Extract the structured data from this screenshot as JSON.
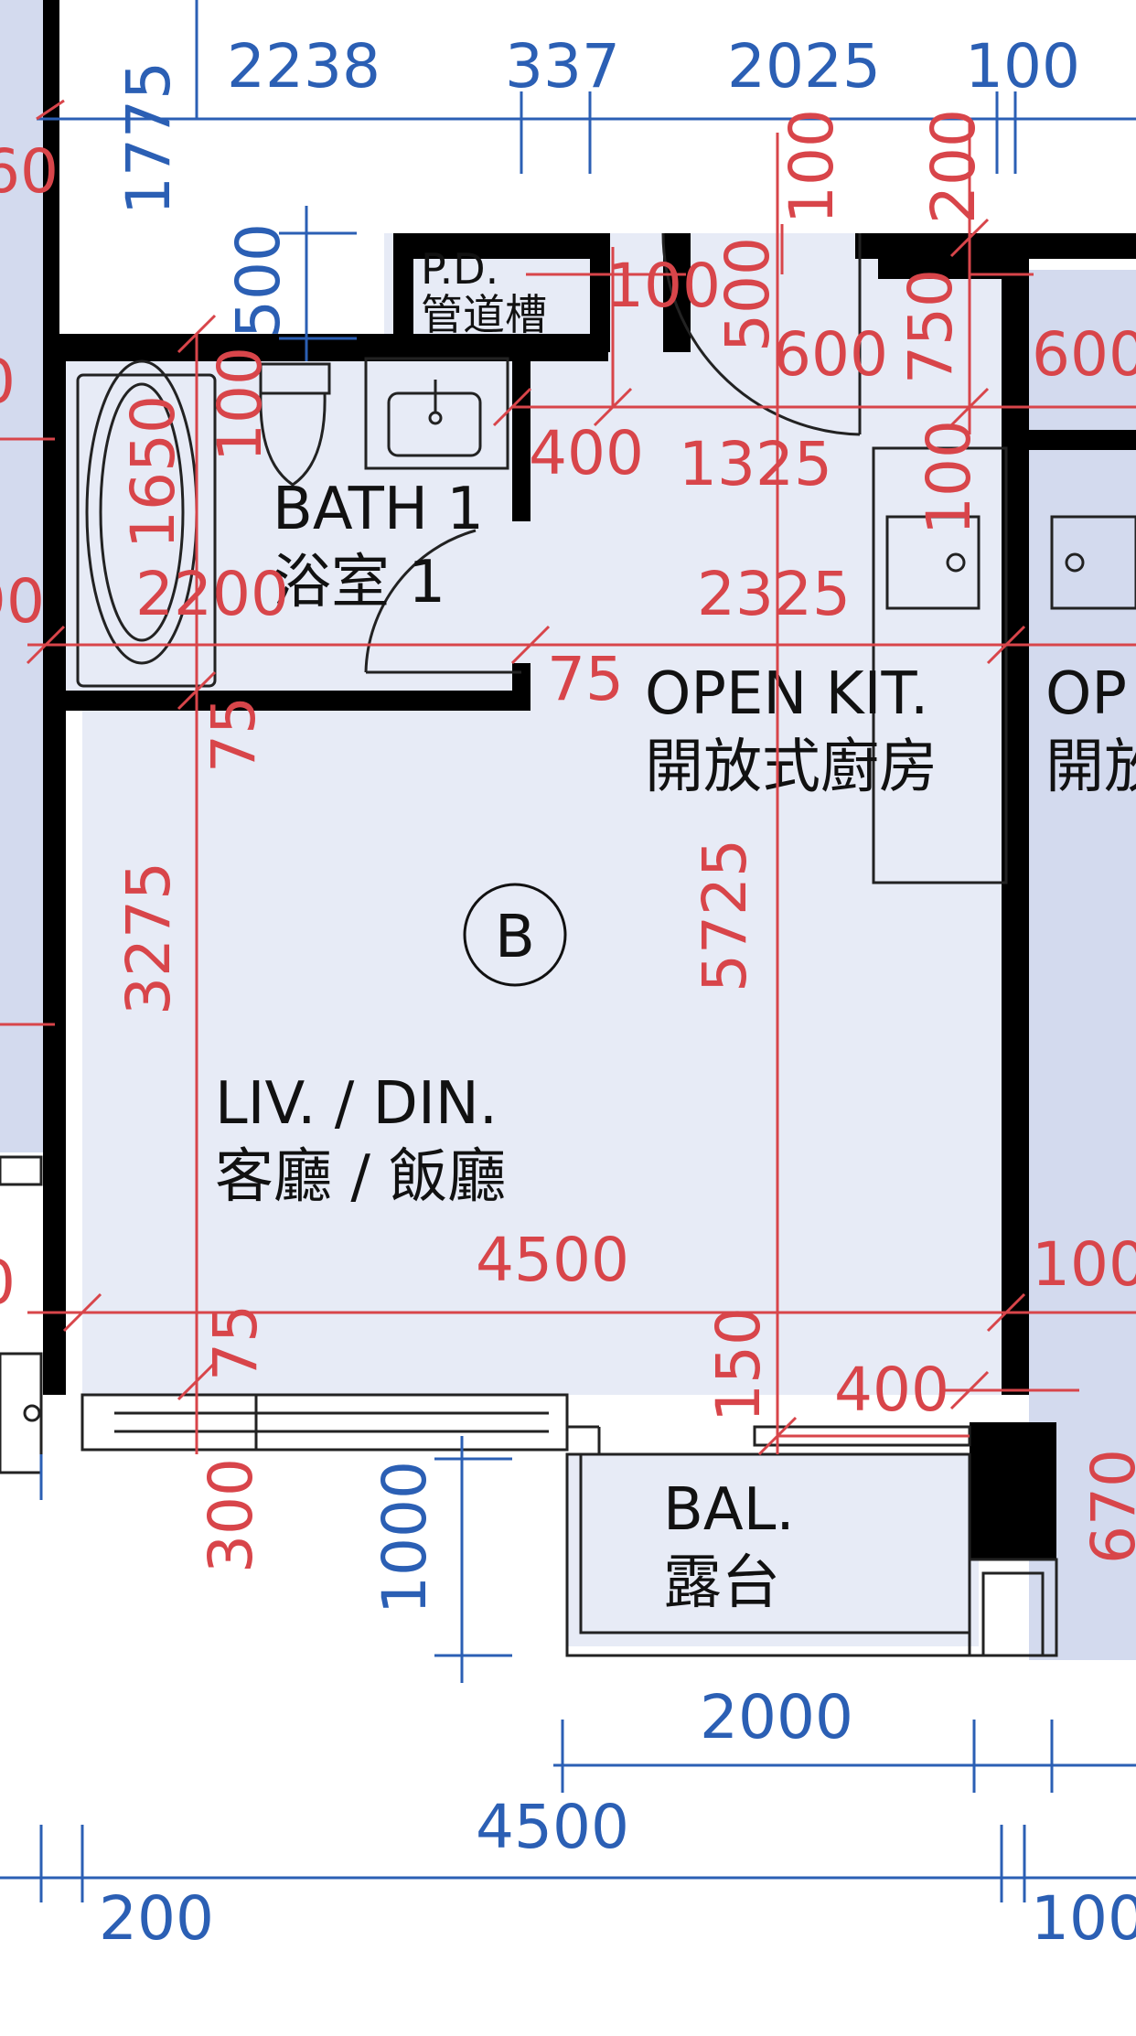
{
  "plan": {
    "unit_marker": "B",
    "rooms": {
      "pd": {
        "en": "P.D.",
        "zh": "管道槽"
      },
      "bath": {
        "en": "BATH 1",
        "zh": "浴室 1"
      },
      "kitchen": {
        "en": "OPEN KIT.",
        "zh": "開放式廚房"
      },
      "kitchen_adjacent": {
        "en": "OP",
        "zh": "開放"
      },
      "living": {
        "en": "LIV. / DIN.",
        "zh": "客廳 / 飯廳"
      },
      "balcony": {
        "en": "BAL.",
        "zh": "露台"
      }
    },
    "blue_dimensions": {
      "top_1": "2238",
      "top_2": "337",
      "top_3": "2025",
      "top_4": "100",
      "left_top": "1775",
      "bath_top": "500",
      "bal_width": "2000",
      "overall_width": "4500",
      "bottom_left": "200",
      "bottom_right": "100",
      "bal_depth": "1000"
    },
    "red_dimensions": {
      "left_edge_1": "60",
      "left_edge_2": "0",
      "left_edge_3": "90",
      "left_edge_4": "0",
      "pd_gap": "100",
      "kit_door_100": "100",
      "kit_door_500": "500",
      "kit_door_600": "600",
      "top_100": "100",
      "top_200": "200",
      "right_750": "750",
      "right_600": "600",
      "bath_100": "100",
      "bath_400": "400",
      "kit_1325": "1325",
      "bath_1650": "1650",
      "bath_2200": "2200",
      "kit_2325": "2325",
      "right_100": "100",
      "bath_75": "75",
      "left_75": "75",
      "liv_3275": "3275",
      "kit_5725": "5725",
      "liv_4500": "4500",
      "liv_right_100": "100",
      "liv_75": "75",
      "bal_150": "150",
      "bal_400": "400",
      "win_300": "300",
      "bal_670": "670"
    }
  }
}
